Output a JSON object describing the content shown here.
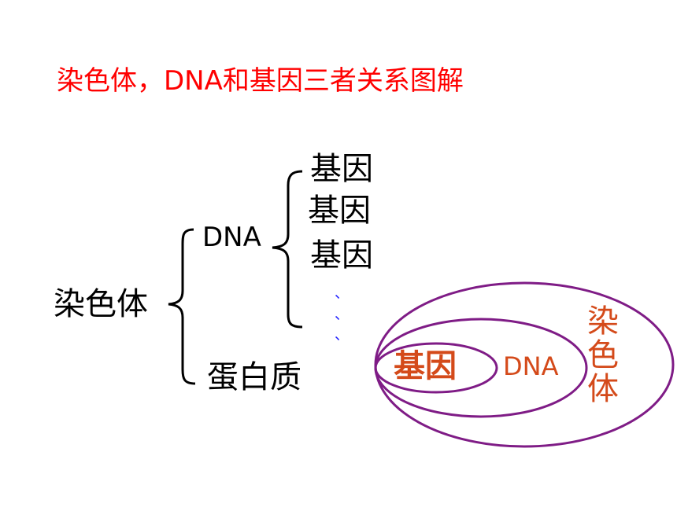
{
  "title": "染色体，DNA和基因三者关系图解",
  "tree": {
    "root": "染色体",
    "dna": "DNA",
    "genes": [
      "基因",
      "基因",
      "基因"
    ],
    "ellipsis": [
      "、",
      "、",
      "、"
    ],
    "protein": "蛋白质"
  },
  "nested_ellipses": {
    "inner_label": "基因",
    "middle_label": "DNA",
    "outer_label": "染色体"
  },
  "colors": {
    "title": "#ff0000",
    "tree_text": "#000000",
    "ellipse_stroke": "#7f1c86",
    "ellipse_labels": "#d44a1a",
    "ellipsis_dots": "#1a1aff"
  }
}
